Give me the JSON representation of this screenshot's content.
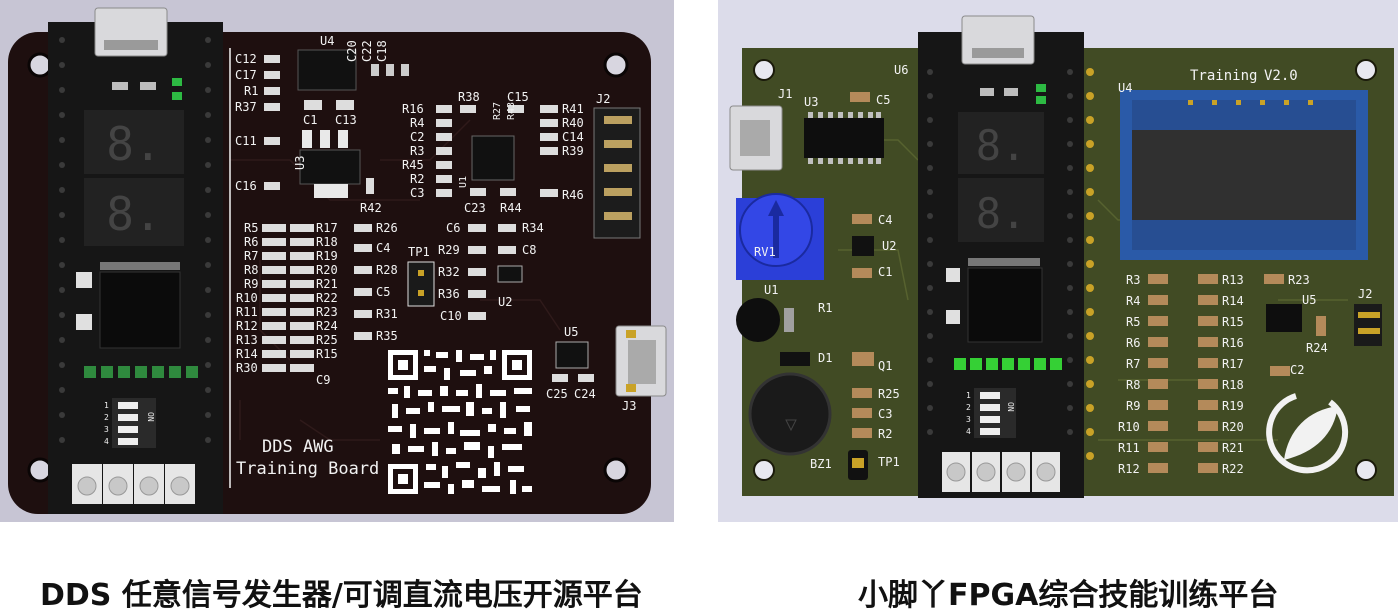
{
  "left_board": {
    "title_line1": "DDS AWG",
    "title_line2": "Training Board",
    "refs": {
      "u4": "U4",
      "u3": "U3",
      "u1": "U1",
      "u2": "U2",
      "u5": "U5",
      "j2": "J2",
      "j3": "J3",
      "tp1": "TP1",
      "c20": "C20",
      "c22": "C22",
      "c18": "C18",
      "c12": "C12",
      "c17": "C17",
      "r1": "R1",
      "r37": "R37",
      "c1": "C1",
      "c13": "C13",
      "c11": "C11",
      "c16": "C16",
      "r42": "R42",
      "r38": "R38",
      "c15": "C15",
      "r16": "R16",
      "r4": "R4",
      "c2": "C2",
      "r3": "R3",
      "r45": "R45",
      "r2": "R2",
      "c3": "C3",
      "r27": "R27",
      "r43": "R43",
      "c23": "C23",
      "r44": "R44",
      "r41": "R41",
      "r40": "R40",
      "c14": "C14",
      "r39": "R39",
      "r46": "R46",
      "c6": "C6",
      "r34": "R34",
      "r29": "R29",
      "c8": "C8",
      "r32": "R32",
      "r36": "R36",
      "c10": "C10",
      "r26": "R26",
      "c4": "C4",
      "r28": "R28",
      "c5": "C5",
      "r31": "R31",
      "r35": "R35",
      "c25": "C25",
      "c24": "C24",
      "c9": "C9",
      "col_left": [
        "R5",
        "R6",
        "R7",
        "R8",
        "R9",
        "R10",
        "R11",
        "R12",
        "R13",
        "R14",
        "R30"
      ],
      "col_right": [
        "R17",
        "R18",
        "R19",
        "R20",
        "R21",
        "R22",
        "R23",
        "R24",
        "R25",
        "R15"
      ]
    },
    "dip_label": "ON",
    "dip_numbers": [
      "1",
      "2",
      "3",
      "4"
    ]
  },
  "right_board": {
    "title": "Training",
    "version": "V2.0",
    "refs": {
      "j1": "J1",
      "u3": "U3",
      "c5": "C5",
      "u6": "U6",
      "u4": "U4",
      "rv1": "RV1",
      "c4": "C4",
      "u2": "U2",
      "c1": "C1",
      "u1": "U1",
      "r1": "R1",
      "d1": "D1",
      "q1": "Q1",
      "r25": "R25",
      "c3": "C3",
      "r2": "R2",
      "bz1": "BZ1",
      "tp1": "TP1",
      "j2": "J2",
      "u5": "U5",
      "r24": "R24",
      "c2": "C2",
      "r23": "R23",
      "col_a": [
        "R3",
        "R4",
        "R5",
        "R6",
        "R7",
        "R8",
        "R9",
        "R10",
        "R11",
        "R12"
      ],
      "col_b": [
        "R13",
        "R14",
        "R15",
        "R16",
        "R17",
        "R18",
        "R19",
        "R20",
        "R21",
        "R22"
      ]
    },
    "dip_label": "ON",
    "dip_numbers": [
      "1",
      "2",
      "3",
      "4"
    ]
  },
  "captions": {
    "left": "DDS 任意信号发生器/可调直流电压开源平台",
    "right": "小脚丫FPGA综合技能训练平台"
  },
  "colors": {
    "left_pcb": "#1e0f0f",
    "right_pcb": "#414b24",
    "silkscreen": "#f2f2f2",
    "module_black": "#161616",
    "pad_gold": "#c9a227",
    "display_blue": "#2a5aa8",
    "pot_blue": "#2b3fd8"
  }
}
